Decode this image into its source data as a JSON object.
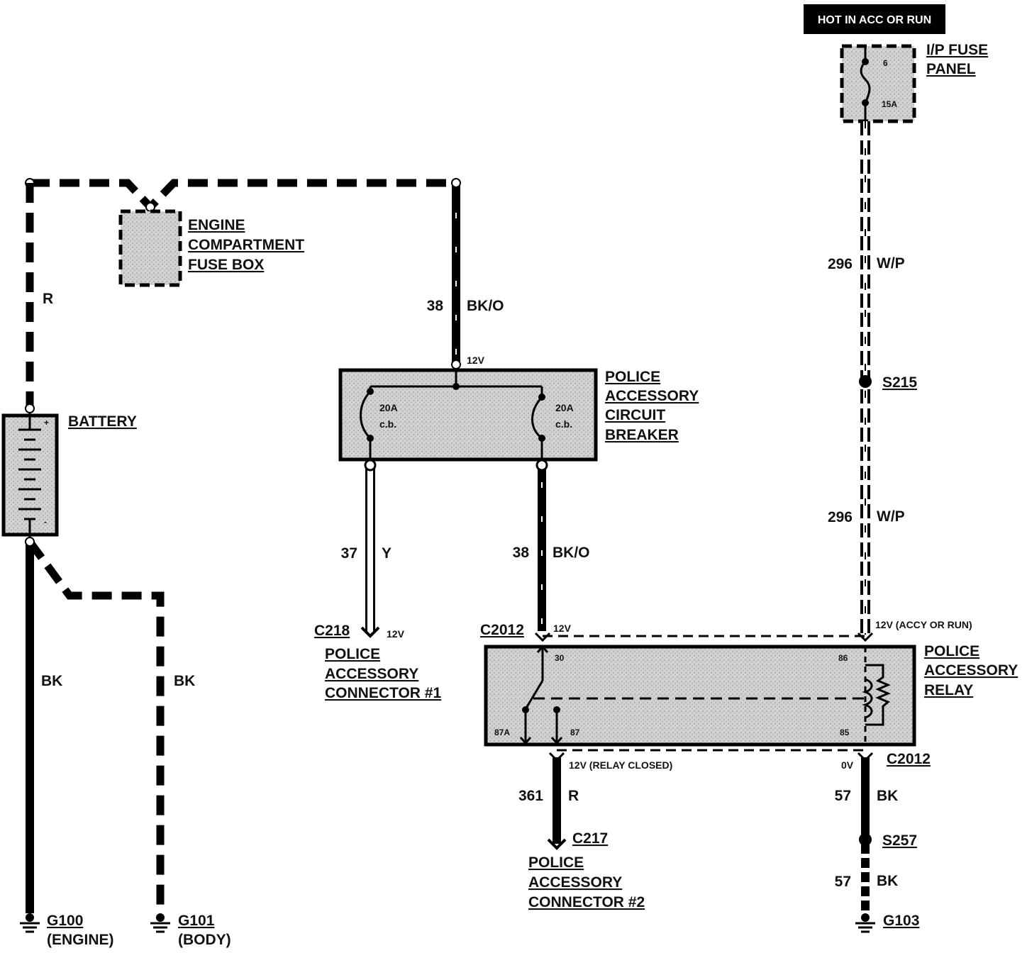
{
  "header": {
    "hot_label": "HOT IN ACC OR RUN"
  },
  "components": {
    "ip_fuse_panel": {
      "line1": "I/P FUSE",
      "line2": "PANEL",
      "fuse_number": "6",
      "fuse_rating": "15A"
    },
    "engine_fuse_box": {
      "line1": "ENGINE",
      "line2": "COMPARTMENT",
      "line3": "FUSE BOX"
    },
    "battery": {
      "label": "BATTERY",
      "plus": "+",
      "minus": "-"
    },
    "circuit_breaker": {
      "line1": "POLICE",
      "line2": "ACCESSORY",
      "line3": "CIRCUIT",
      "line4": "BREAKER",
      "left_rating": "20A",
      "left_type": "c.b.",
      "right_rating": "20A",
      "right_type": "c.b.",
      "voltage": "12V"
    },
    "relay": {
      "line1": "POLICE",
      "line2": "ACCESSORY",
      "line3": "RELAY",
      "pin30": "30",
      "pin86": "86",
      "pin87a": "87A",
      "pin87": "87",
      "pin85": "85"
    }
  },
  "wires": {
    "w38_top": {
      "number": "38",
      "color": "BK/O"
    },
    "w38_bottom": {
      "number": "38",
      "color": "BK/O"
    },
    "w37": {
      "number": "37",
      "color": "Y"
    },
    "w296_top": {
      "number": "296",
      "color": "W/P"
    },
    "w296_bottom": {
      "number": "296",
      "color": "W/P"
    },
    "w361": {
      "number": "361",
      "color": "R"
    },
    "w57_top": {
      "number": "57",
      "color": "BK"
    },
    "w57_bottom": {
      "number": "57",
      "color": "BK"
    },
    "battery_positive": {
      "color": "R"
    },
    "g100_wire": {
      "color": "BK"
    },
    "g101_wire": {
      "color": "BK"
    }
  },
  "connectors": {
    "c218": {
      "id": "C218",
      "voltage": "12V",
      "line1": "POLICE",
      "line2": "ACCESSORY",
      "line3": "CONNECTOR #1"
    },
    "c2012_top": {
      "id": "C2012",
      "voltage": "12V"
    },
    "c2012_right": {
      "id": "C2012",
      "voltage": "0V"
    },
    "c217": {
      "id": "C217",
      "line1": "POLICE",
      "line2": "ACCESSORY",
      "line3": "CONNECTOR #2"
    }
  },
  "voltages": {
    "accy_run": "12V (ACCY OR RUN)",
    "relay_closed": "12V (RELAY CLOSED)"
  },
  "splices": {
    "s215": "S215",
    "s257": "S257"
  },
  "grounds": {
    "g100": {
      "id": "G100",
      "desc": "(ENGINE)"
    },
    "g101": {
      "id": "G101",
      "desc": "(BODY)"
    },
    "g103": {
      "id": "G103"
    }
  }
}
